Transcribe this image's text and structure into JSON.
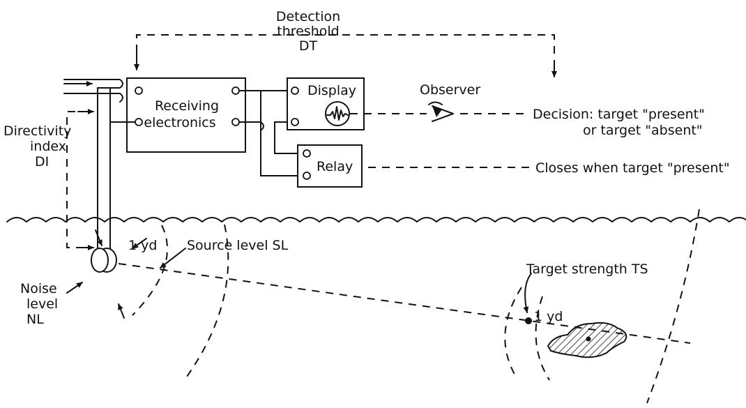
{
  "labels": {
    "detection_threshold": [
      "Detection",
      "threshold",
      "DT"
    ],
    "receiving_electronics": [
      "Receiving",
      "electronics"
    ],
    "display": "Display",
    "observer": "Observer",
    "decision": [
      "Decision: target \"present\"",
      "or target \"absent\""
    ],
    "relay": "Relay",
    "relay_note": "Closes when target \"present\"",
    "directivity_index": [
      "Directivity",
      "index",
      "DI"
    ],
    "noise_level": [
      "Noise",
      "level",
      "NL"
    ],
    "source_distance": "1 yd",
    "source_level": "Source level SL",
    "target_strength": "Target strength TS",
    "target_distance": "1 yd"
  }
}
